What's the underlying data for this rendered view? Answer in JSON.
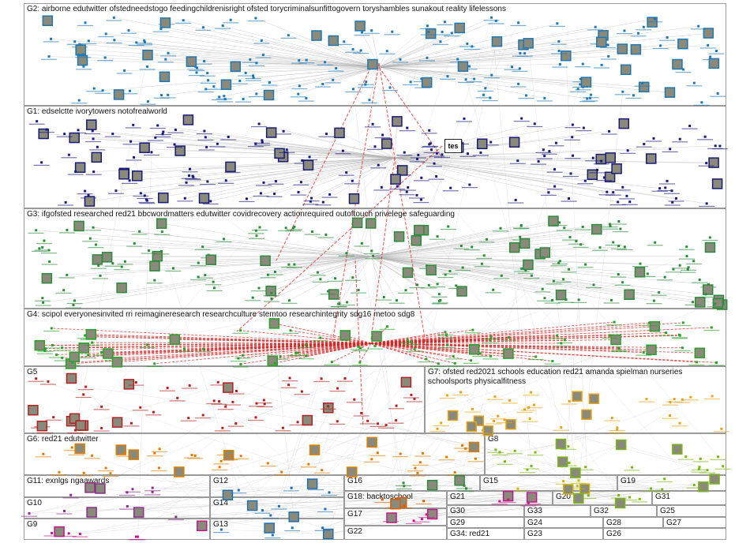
{
  "groups": {
    "g2": {
      "label": "G2: airborne edutwitter ofstedneedstogo feedingchildrenisright ofsted torycriminalsunfittogovern toryshambles sunakout reality lifelessons",
      "color": "#1f78b4"
    },
    "g1": {
      "label": "G1: edselctte ivorytowers notofrealworld",
      "color": "#1a1a7a"
    },
    "g3": {
      "label": "G3: ifgofsted researched red21 bbcwordmatters edutwitter covidrecovery actionrequired outoftouch privelege safeguarding",
      "color": "#2e8b3e"
    },
    "g4": {
      "label": "G4: scipol everyonesinvited rri reimagineresearch researchculture stemtoo researchintegrity sdg16 metoo sdg8",
      "color": "#2ca02c"
    },
    "g5": {
      "label": "G5",
      "color": "#b22222"
    },
    "g7": {
      "label": "G7: ofsted red2021 schools education red21 amanda spielman nurseries schoolsports physicalfitness",
      "color": "#e8a317"
    },
    "g6": {
      "label": "G6: red21 edutwitter",
      "color": "#e07b00"
    },
    "g8": {
      "label": "G8",
      "color": "#7cb518"
    },
    "g11": {
      "label": "G11: exnlgs ngaawards",
      "color": "#8b2d8b"
    },
    "g10": {
      "label": "G10",
      "color": "#8b2d8b"
    },
    "g9": {
      "label": "G9",
      "color": "#c2188b"
    },
    "g12": {
      "label": "G12",
      "color": "#1f6fb4"
    },
    "g14": {
      "label": "G14",
      "color": "#1f6fb4"
    },
    "g13": {
      "label": "G13",
      "color": "#1f6fb4"
    },
    "g16": {
      "label": "G16",
      "color": "#2e8b3e"
    },
    "g18": {
      "label": "G18: backtoschool",
      "color": "#d95f02"
    },
    "g17": {
      "label": "G17",
      "color": "#c2188b"
    },
    "g22": {
      "label": "G22",
      "color": "#c2188b"
    },
    "g15": {
      "label": "G15",
      "color": "#ccb800"
    },
    "g19": {
      "label": "G19",
      "color": "#7cb518"
    },
    "g21": {
      "label": "G21",
      "color": "#c2188b"
    },
    "g30": {
      "label": "G30",
      "color": "#7cb518"
    },
    "g29": {
      "label": "G29",
      "color": "#c2188b"
    },
    "g34": {
      "label": "G34: red21",
      "color": "#8b2d8b"
    },
    "g20": {
      "label": "G20",
      "color": "#7cb518"
    },
    "g33": {
      "label": "G33",
      "color": "#2e8b3e"
    },
    "g32": {
      "label": "G32",
      "color": "#7cb518"
    },
    "g24": {
      "label": "G24",
      "color": "#c2188b"
    },
    "g23": {
      "label": "G23",
      "color": "#c2188b"
    },
    "g31": {
      "label": "G31",
      "color": "#e8a317"
    },
    "g25": {
      "label": "G25",
      "color": "#1f78b4"
    },
    "g28": {
      "label": "G28",
      "color": "#2e8b3e"
    },
    "g27": {
      "label": "G27",
      "color": "#8b2d8b"
    },
    "g26": {
      "label": "G26",
      "color": "#1f78b4"
    }
  },
  "node_text": {
    "tes": "tes"
  },
  "colors": {
    "edge": "#b0b0b0",
    "edge_strong": "#e02020",
    "border": "#9a9a9a"
  }
}
